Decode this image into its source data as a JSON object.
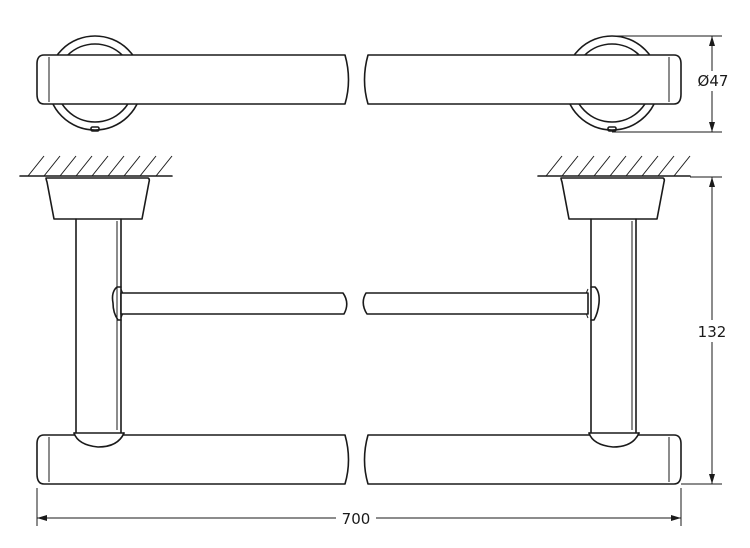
{
  "dimensions": {
    "width": "700",
    "height": "132",
    "diameter": "Ø47"
  }
}
